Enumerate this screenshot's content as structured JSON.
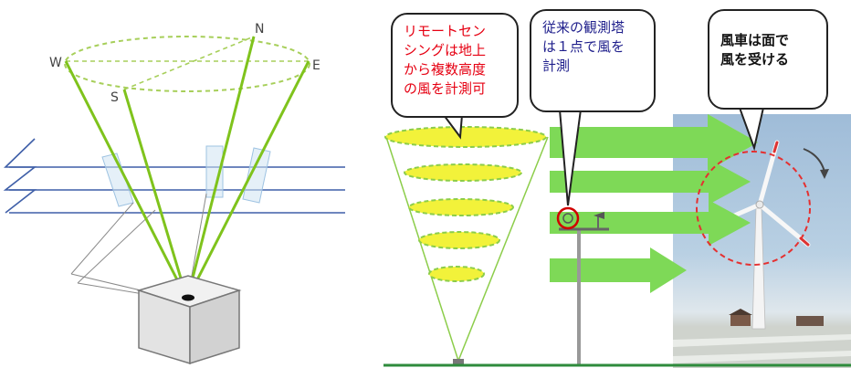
{
  "compass": {
    "north": "N",
    "east": "E",
    "south": "S",
    "west": "W"
  },
  "bubbles": {
    "remote_sensing": {
      "lines": [
        "リモートセン",
        "シングは地上",
        "から複数高度",
        "の風を計測可"
      ],
      "color": "#e60012"
    },
    "met_mast": {
      "lines": [
        "従来の観測塔",
        "は１点で風を",
        "計測"
      ],
      "color": "#1f1f8c"
    },
    "turbine": {
      "lines": [
        "風車は面で",
        "風を受ける"
      ],
      "color": "#111111"
    }
  },
  "colors": {
    "beam": "#7fc31c",
    "ellipse_fill": "#f2f23a",
    "arrow": "#7ed957",
    "rotor_circle": "#e53030",
    "ground": "#2e8b3c",
    "layer_line": "#3f5fa8"
  }
}
